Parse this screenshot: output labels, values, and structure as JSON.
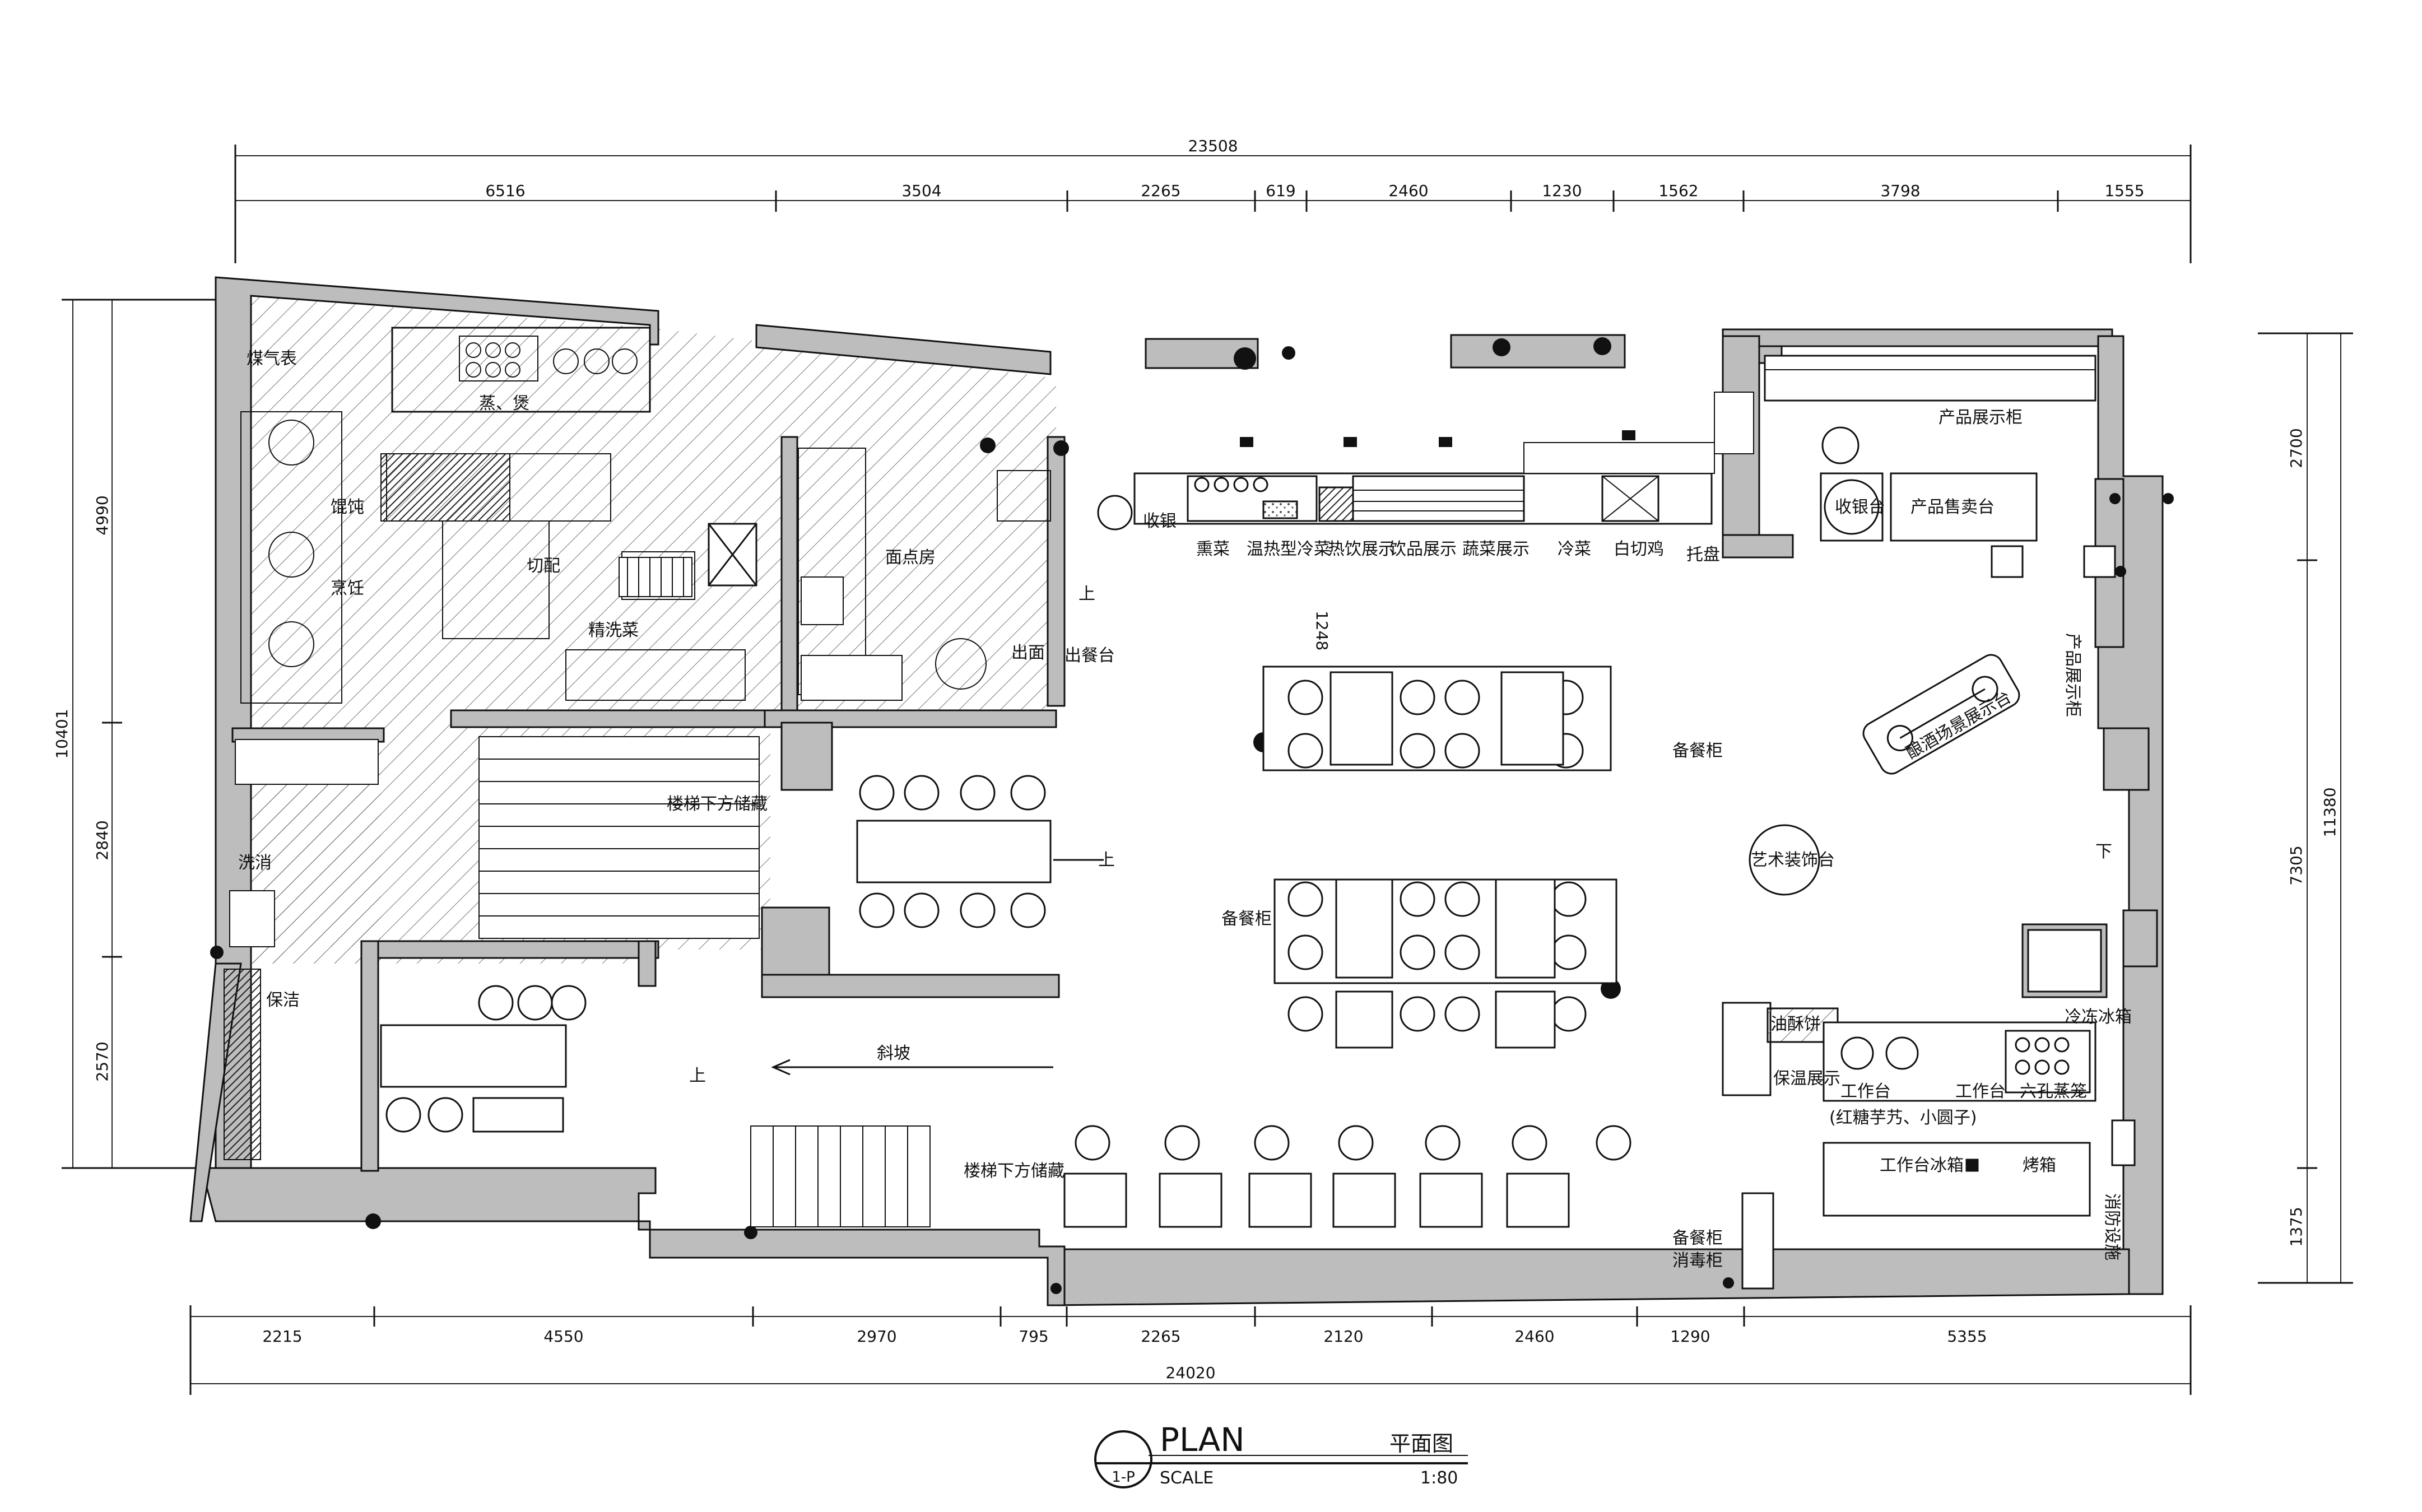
{
  "drawing": {
    "title": "PLAN",
    "title_cn": "平面图",
    "scale_label": "SCALE",
    "scale_value": "1:80",
    "ref": "1-P"
  },
  "dims": {
    "top_total": "23508",
    "top": [
      "6516",
      "3504",
      "2265",
      "619",
      "2460",
      "1230",
      "1562",
      "3798",
      "1555"
    ],
    "bottom_total": "24020",
    "bottom": [
      "2215",
      "4550",
      "2970",
      "795",
      "2265",
      "2120",
      "2460",
      "1290",
      "5355"
    ],
    "left_total": "10401",
    "left": [
      "4990",
      "2840",
      "2570"
    ],
    "right_total": "11380",
    "right": [
      "2700",
      "7305",
      "1375"
    ],
    "inner": "1248"
  },
  "rooms": {
    "gas_meter": "煤气表",
    "steam_bake": "蒸、煲",
    "wonton": "馄饨",
    "cooking": "烹饪",
    "cut_prep": "切配",
    "fine_wash": "精洗菜",
    "pastry_room": "面点房",
    "serve_out": "出面",
    "serve_counter": "出餐台",
    "wash_disinfect": "洗消",
    "storage_under_stairs_1": "楼梯下方储藏",
    "cleaning": "保洁",
    "ramp": "斜坡",
    "up_1": "上",
    "up_2": "上",
    "up_3": "上",
    "down_1": "下",
    "storage_under_stairs_2": "楼梯下方储藏",
    "cashier_1": "收银",
    "braised": "熏菜",
    "warm_cold": "温热型冷菜",
    "hot_drink": "热饮展示",
    "drink_display": "饮品展示",
    "veg_display": "蔬菜展示",
    "cold_dish": "冷菜",
    "white_chicken": "白切鸡",
    "tray": "托盘",
    "product_cabinet_1": "产品展示柜",
    "cashier_2": "收银台",
    "product_counter": "产品售卖台",
    "product_cabinet_2": "产品展示柜",
    "wine_display": "酿酒场景展示台",
    "spare_cabinet_1": "备餐柜",
    "art_table": "艺术装饰台",
    "spare_cabinet_2": "备餐柜",
    "fryer": "油酥饼",
    "warm_display": "保温展示",
    "workbench_1": "工作台",
    "workbench_1_note": "(红糖芋艿、小圆子)",
    "workbench_2": "工作台",
    "six_steamer": "六孔蒸笼",
    "freezer": "冷冻冰箱",
    "workbench_fridge": "工作台冰箱",
    "oven": "烤箱",
    "fire_equipment": "消防设施",
    "spare_cabinet_3": "备餐柜",
    "sterilizer": "消毒柜"
  }
}
